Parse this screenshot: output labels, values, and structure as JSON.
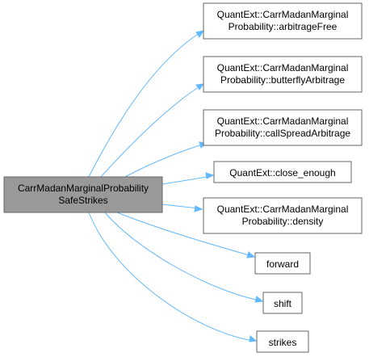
{
  "graph": {
    "root": {
      "line1": "CarrMadanMarginalProbability",
      "line2": "SafeStrikes"
    },
    "nodes": [
      {
        "id": "arbitrage-free",
        "line1": "QuantExt::CarrMadanMarginal",
        "line2": "Probability::arbitrageFree"
      },
      {
        "id": "butterfly-arbitrage",
        "line1": "QuantExt::CarrMadanMarginal",
        "line2": "Probability::butterflyArbitrage"
      },
      {
        "id": "call-spread-arbitrage",
        "line1": "QuantExt::CarrMadanMarginal",
        "line2": "Probability::callSpreadArbitrage"
      },
      {
        "id": "close-enough",
        "line1": "QuantExt::close_enough",
        "line2": ""
      },
      {
        "id": "density",
        "line1": "QuantExt::CarrMadanMarginal",
        "line2": "Probability::density"
      },
      {
        "id": "forward",
        "line1": "forward",
        "line2": ""
      },
      {
        "id": "shift",
        "line1": "shift",
        "line2": ""
      },
      {
        "id": "strikes",
        "line1": "strikes",
        "line2": ""
      }
    ],
    "colors": {
      "edge": "#63b8ff",
      "root_fill": "#999999",
      "node_fill": "#ffffff",
      "node_border": "#666666"
    }
  }
}
